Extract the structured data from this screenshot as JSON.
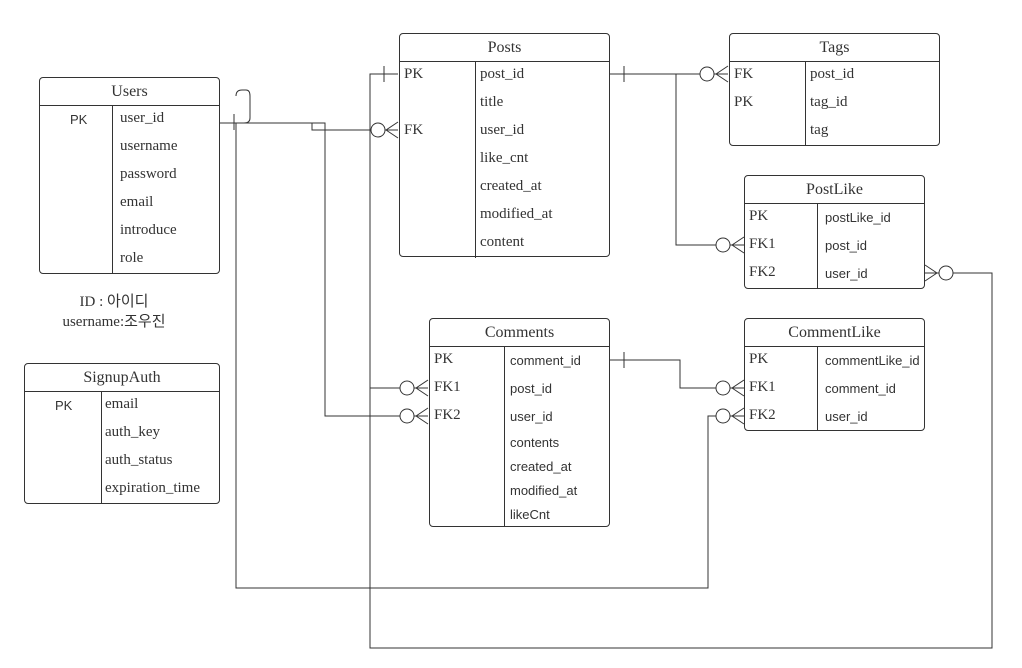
{
  "entities": {
    "users": {
      "title": "Users",
      "rows": [
        {
          "key": "PK",
          "col": "user_id"
        },
        {
          "key": "",
          "col": "username"
        },
        {
          "key": "",
          "col": "password"
        },
        {
          "key": "",
          "col": "email"
        },
        {
          "key": "",
          "col": "introduce"
        },
        {
          "key": "",
          "col": "role"
        }
      ]
    },
    "posts": {
      "title": "Posts",
      "rows": [
        {
          "key": "PK",
          "col": "post_id"
        },
        {
          "key": "",
          "col": "title"
        },
        {
          "key": "FK",
          "col": "user_id"
        },
        {
          "key": "",
          "col": "like_cnt"
        },
        {
          "key": "",
          "col": "created_at"
        },
        {
          "key": "",
          "col": "modified_at"
        },
        {
          "key": "",
          "col": "content"
        }
      ]
    },
    "tags": {
      "title": "Tags",
      "rows": [
        {
          "key": "FK",
          "col": "post_id"
        },
        {
          "key": "PK",
          "col": "tag_id"
        },
        {
          "key": "",
          "col": "tag"
        }
      ]
    },
    "postlike": {
      "title": "PostLike",
      "rows": [
        {
          "key": "PK",
          "col": "postLike_id"
        },
        {
          "key": "FK1",
          "col": "post_id"
        },
        {
          "key": "FK2",
          "col": "user_id"
        }
      ]
    },
    "comments": {
      "title": "Comments",
      "rows": [
        {
          "key": "PK",
          "col": "comment_id"
        },
        {
          "key": "FK1",
          "col": "post_id"
        },
        {
          "key": "FK2",
          "col": "user_id"
        },
        {
          "key": "",
          "col": "contents"
        },
        {
          "key": "",
          "col": "created_at"
        },
        {
          "key": "",
          "col": "modified_at"
        },
        {
          "key": "",
          "col": "likeCnt"
        }
      ]
    },
    "commentlike": {
      "title": "CommentLike",
      "rows": [
        {
          "key": "PK",
          "col": "commentLike_id"
        },
        {
          "key": "FK1",
          "col": "comment_id"
        },
        {
          "key": "FK2",
          "col": "user_id"
        }
      ]
    },
    "signupauth": {
      "title": "SignupAuth",
      "rows": [
        {
          "key": "PK",
          "col": "email"
        },
        {
          "key": "",
          "col": "auth_key"
        },
        {
          "key": "",
          "col": "auth_status"
        },
        {
          "key": "",
          "col": "expiration_time"
        }
      ]
    }
  },
  "notes": {
    "line1": "ID : 아이디",
    "line2": "username:조우진"
  }
}
